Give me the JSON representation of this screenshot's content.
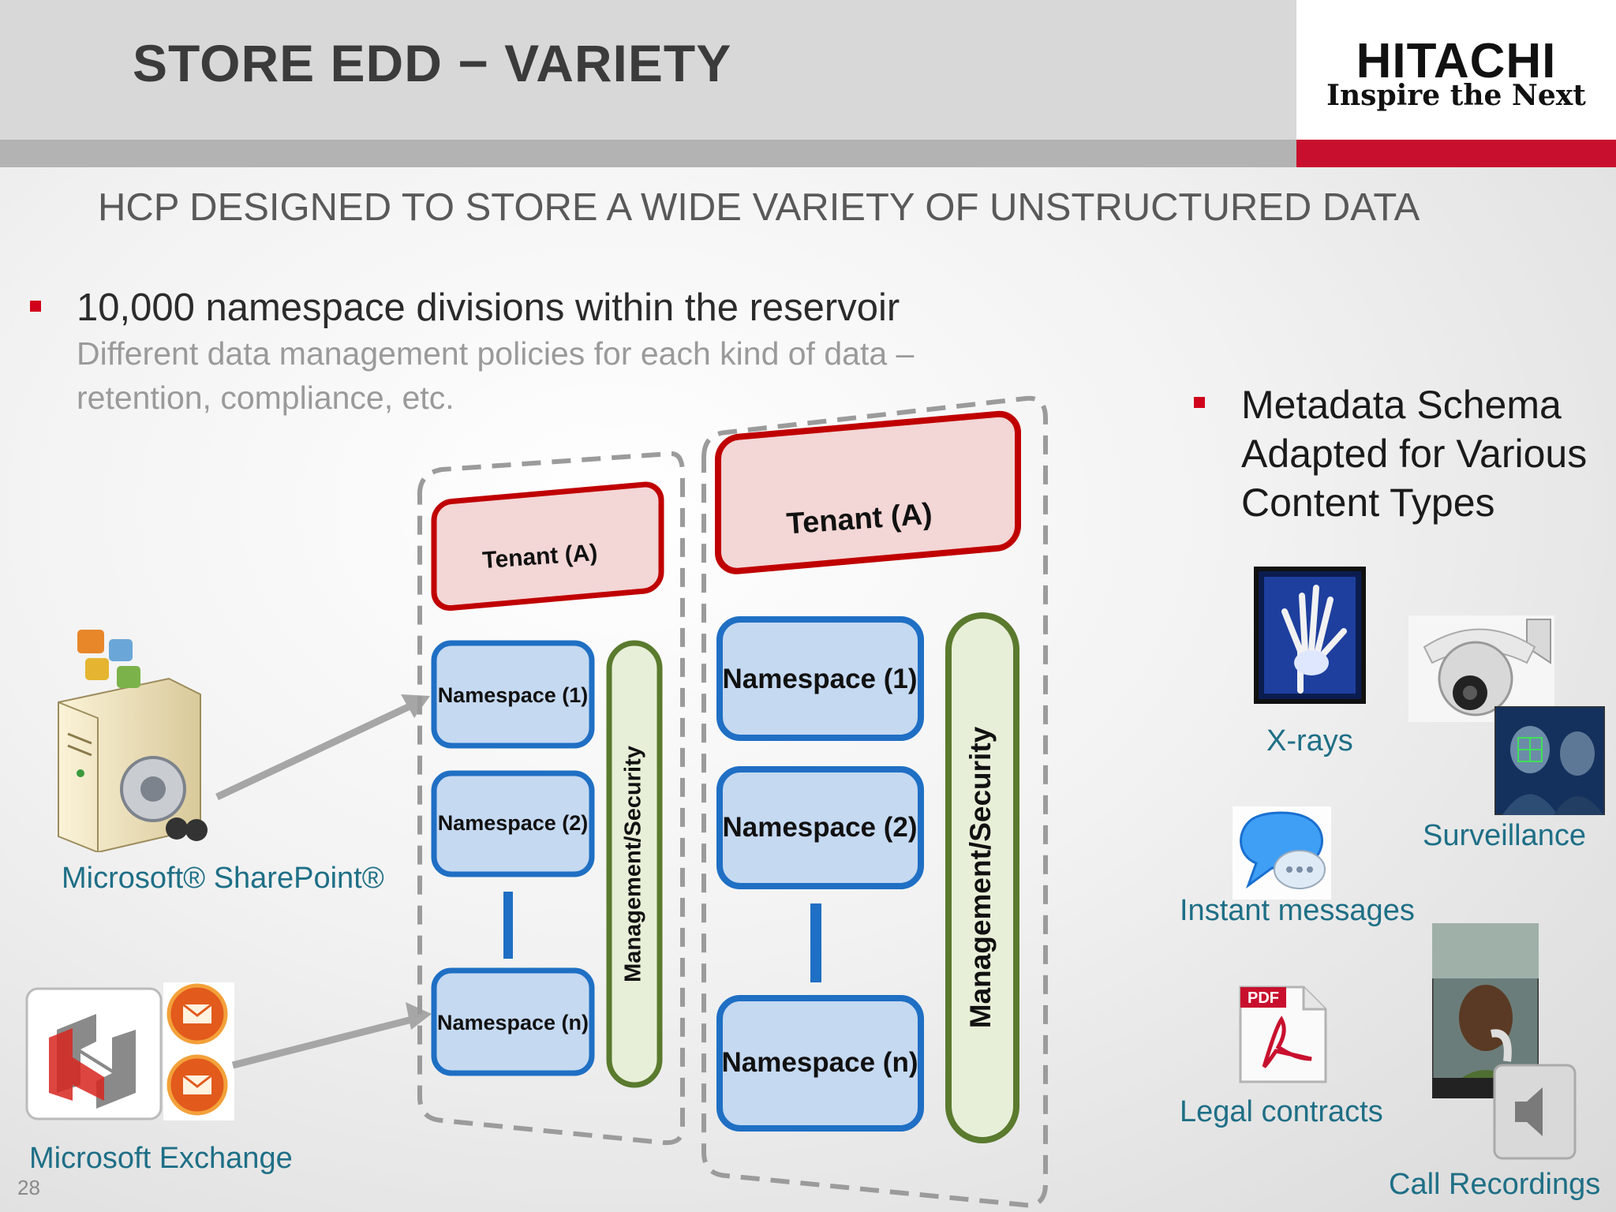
{
  "header": {
    "title": "STORE EDD − VARIETY",
    "logo_word": "HITACHI",
    "logo_tagline": "Inspire the Next"
  },
  "subtitle": "HCP DESIGNED TO STORE A WIDE VARIETY OF UNSTRUCTURED DATA",
  "bullets": [
    {
      "text": "10,000 namespace divisions within the reservoir",
      "sub": "Different data management policies for each kind of data – retention, compliance, etc."
    },
    {
      "text": "Metadata Schema Adapted for Various Content Types"
    }
  ],
  "sources": {
    "sharepoint": "Microsoft® SharePoint®",
    "exchange": "Microsoft Exchange"
  },
  "diagram": {
    "tenant_label": "Tenant (A)",
    "namespaces": [
      "Namespace (1)",
      "Namespace (2)",
      "Namespace (n)"
    ],
    "security_label": "Management/Security"
  },
  "content_types": [
    "X-rays",
    "Surveillance",
    "Instant messages",
    "Legal contracts",
    "Call Recordings"
  ],
  "pdf_label": "PDF",
  "page_number": "28",
  "colors": {
    "brand_red": "#c8102e",
    "caption_teal": "#1e6f86",
    "tenant_border": "#c00000",
    "namespace_border": "#1f6fc4",
    "security_border": "#5a7a2e"
  }
}
